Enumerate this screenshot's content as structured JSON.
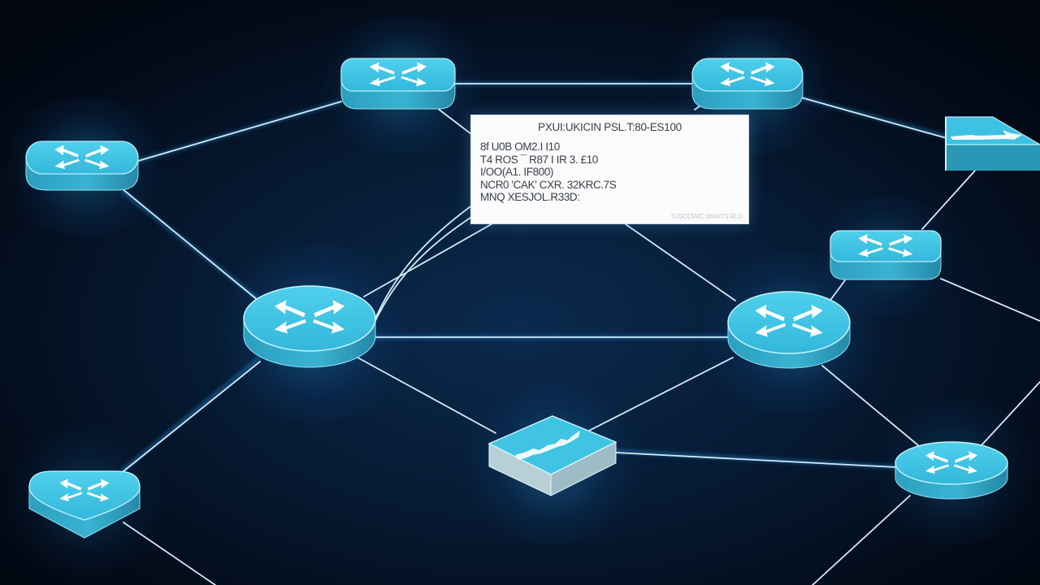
{
  "diagram": {
    "type": "network-topology",
    "background_colors": {
      "center": "#0b2a4e",
      "edge": "#02060e"
    },
    "accent_colors": {
      "device_top": "#3fc3e3",
      "device_side": "#2a9cbc",
      "link": "#cfe9f5",
      "link_glow": "#2aa8ff"
    },
    "info_box": {
      "title": "PXUI:UKICIN PSL.T:80-ES100",
      "lines": [
        "8f U0B OM2.I I10",
        "T4 ROS ¯ R87 I IR 3. £10",
        "I/OO(A1. IF800)",
        "NCR0 'CAK' CXR. 32KRC.7S",
        "MNQ XESJOL.R33D:"
      ],
      "footer": "TUSCOWIC WANTS RLD"
    },
    "nodes": [
      {
        "id": "router-top-left",
        "kind": "router",
        "shape": "pill",
        "icon": "router-arrows-icon"
      },
      {
        "id": "router-top-center",
        "kind": "router",
        "shape": "pill",
        "icon": "router-arrows-icon"
      },
      {
        "id": "router-top-right",
        "kind": "router",
        "shape": "pill",
        "icon": "router-arrows-icon"
      },
      {
        "id": "switch-far-right",
        "kind": "switch",
        "shape": "wedge",
        "icon": "switch-arrow-icon"
      },
      {
        "id": "router-mid-right",
        "kind": "router",
        "shape": "pill",
        "icon": "router-arrows-icon"
      },
      {
        "id": "router-center-left",
        "kind": "router",
        "shape": "cylinder",
        "icon": "router-arrows-icon"
      },
      {
        "id": "router-center-right",
        "kind": "router",
        "shape": "cylinder",
        "icon": "router-arrows-icon"
      },
      {
        "id": "hub-bottom-center",
        "kind": "hub",
        "shape": "box",
        "icon": "waveform-icon"
      },
      {
        "id": "router-bottom-left",
        "kind": "router",
        "shape": "shield",
        "icon": "router-arrows-icon"
      },
      {
        "id": "router-bottom-right",
        "kind": "router",
        "shape": "cylinder",
        "icon": "router-arrows-icon"
      }
    ],
    "links": [
      [
        "router-top-left",
        "router-top-center"
      ],
      [
        "router-top-center",
        "router-top-right"
      ],
      [
        "router-top-left",
        "router-center-left"
      ],
      [
        "router-top-center",
        "info-box"
      ],
      [
        "router-top-right",
        "info-box"
      ],
      [
        "router-top-right",
        "switch-far-right"
      ],
      [
        "switch-far-right",
        "router-mid-right"
      ],
      [
        "router-mid-right",
        "router-center-right"
      ],
      [
        "router-mid-right",
        "off-right"
      ],
      [
        "info-box",
        "router-center-left"
      ],
      [
        "info-box",
        "router-center-right"
      ],
      [
        "router-center-left",
        "router-center-right"
      ],
      [
        "router-center-left",
        "hub-bottom-center"
      ],
      [
        "router-center-left",
        "router-bottom-left"
      ],
      [
        "router-center-right",
        "hub-bottom-center"
      ],
      [
        "router-center-right",
        "router-bottom-right"
      ],
      [
        "hub-bottom-center",
        "router-bottom-right"
      ],
      [
        "router-bottom-right",
        "off-right"
      ],
      [
        "router-bottom-right",
        "off-bottom"
      ],
      [
        "router-bottom-left",
        "off-bottom"
      ]
    ]
  }
}
